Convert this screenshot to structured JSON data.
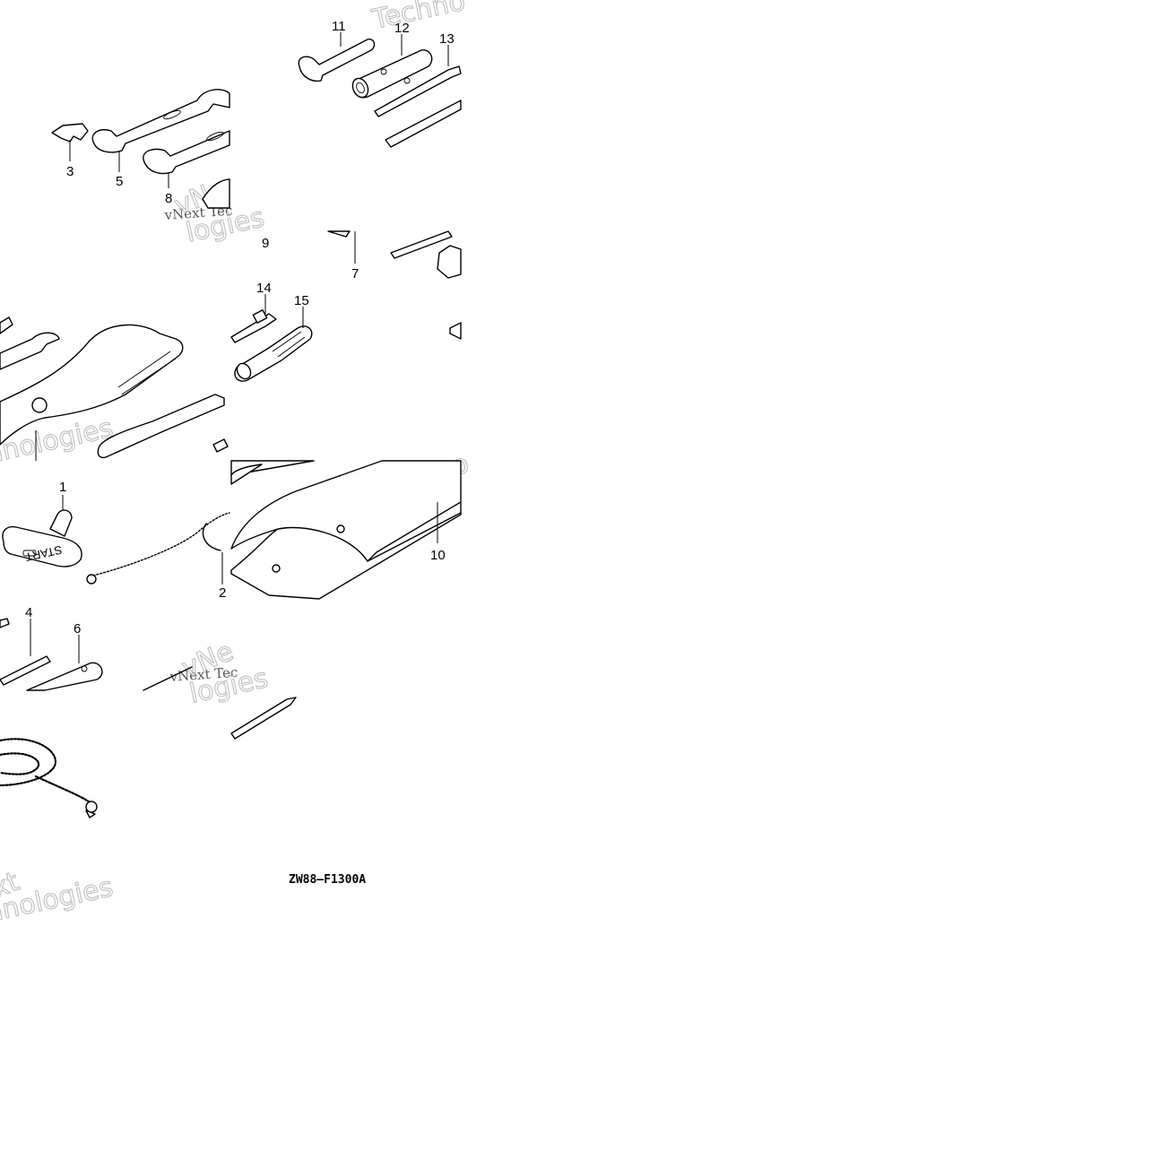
{
  "diagram": {
    "drawing_code": "ZW88—F1300A",
    "parts": [
      {
        "key": "p1",
        "label": "1"
      },
      {
        "key": "p2",
        "label": "2"
      },
      {
        "key": "p3",
        "label": "3"
      },
      {
        "key": "p4",
        "label": "4"
      },
      {
        "key": "p5",
        "label": "5"
      },
      {
        "key": "p6",
        "label": "6"
      },
      {
        "key": "p7",
        "label": "7"
      },
      {
        "key": "p8",
        "label": "8"
      },
      {
        "key": "p9",
        "label": "9"
      },
      {
        "key": "p10",
        "label": "10"
      },
      {
        "key": "p11",
        "label": "11"
      },
      {
        "key": "p12",
        "label": "12"
      },
      {
        "key": "p13",
        "label": "13"
      },
      {
        "key": "p14",
        "label": "14"
      },
      {
        "key": "p15",
        "label": "15"
      }
    ],
    "handle_text": "START",
    "watermarks": {
      "text_a": "Techno",
      "text_b": "vNext Tec",
      "text_c": "logies",
      "text_d": "chnologies",
      "text_e": "xt",
      "text_f": "vNe"
    }
  }
}
